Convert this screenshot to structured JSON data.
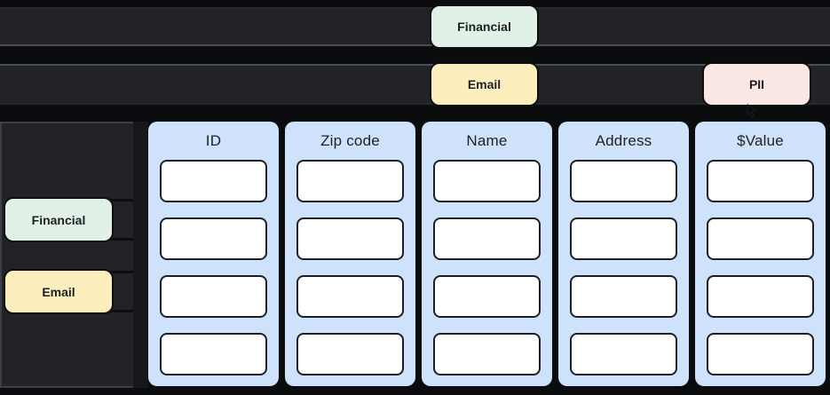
{
  "colors": {
    "background": "#0b0c0e",
    "lane_fill": "#212327",
    "panel_blue": "#cfe2fc",
    "cell_white": "#ffffff",
    "cell_border": "#1d1f24",
    "tag_financial_bg": "#e2f1e7",
    "tag_email_bg": "#fdeebd",
    "tag_pii_bg": "#fbe7e4",
    "tag_text": "#1d1f23",
    "header_text": "#202124"
  },
  "lanes": {
    "lane1": {
      "tag_financial": "Financial"
    },
    "lane2": {
      "tag_email": "Email",
      "tag_pii": "PII"
    }
  },
  "sidebar": {
    "tag_financial": "Financial",
    "tag_email": "Email"
  },
  "table": {
    "columns": [
      {
        "header": "ID"
      },
      {
        "header": "Zip code"
      },
      {
        "header": "Name"
      },
      {
        "header": "Address"
      },
      {
        "header": "$Value"
      }
    ],
    "rows_per_column": 4
  }
}
